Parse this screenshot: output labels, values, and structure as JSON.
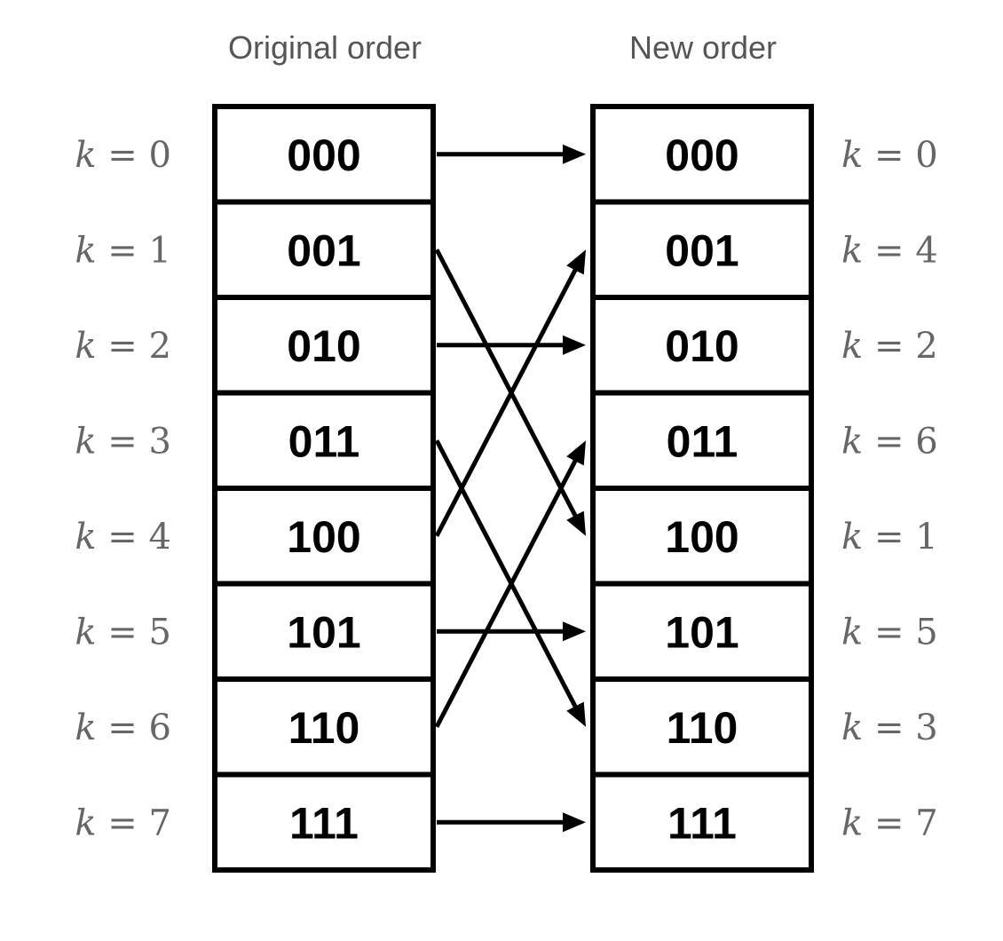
{
  "titles": {
    "left": "Original order",
    "right": "New order"
  },
  "left_column": [
    {
      "bits": "000",
      "k": "k = 0"
    },
    {
      "bits": "001",
      "k": "k = 1"
    },
    {
      "bits": "010",
      "k": "k = 2"
    },
    {
      "bits": "011",
      "k": "k = 3"
    },
    {
      "bits": "100",
      "k": "k = 4"
    },
    {
      "bits": "101",
      "k": "k = 5"
    },
    {
      "bits": "110",
      "k": "k = 6"
    },
    {
      "bits": "111",
      "k": "k = 7"
    }
  ],
  "right_column": [
    {
      "bits": "000",
      "k": "k = 0"
    },
    {
      "bits": "001",
      "k": "k = 4"
    },
    {
      "bits": "010",
      "k": "k = 2"
    },
    {
      "bits": "011",
      "k": "k = 6"
    },
    {
      "bits": "100",
      "k": "k = 1"
    },
    {
      "bits": "101",
      "k": "k = 5"
    },
    {
      "bits": "110",
      "k": "k = 3"
    },
    {
      "bits": "111",
      "k": "k = 7"
    }
  ],
  "mapping": [
    {
      "from": 0,
      "to": 0
    },
    {
      "from": 1,
      "to": 4
    },
    {
      "from": 2,
      "to": 2
    },
    {
      "from": 3,
      "to": 6
    },
    {
      "from": 4,
      "to": 1
    },
    {
      "from": 5,
      "to": 5
    },
    {
      "from": 6,
      "to": 3
    },
    {
      "from": 7,
      "to": 7
    }
  ]
}
